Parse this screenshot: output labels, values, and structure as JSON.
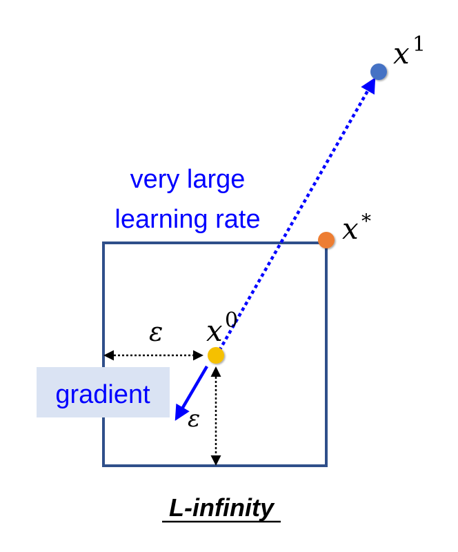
{
  "labels": {
    "lr_line1": "very large",
    "lr_line2": "learning rate",
    "gradient": "gradient",
    "title": "L-infinity",
    "x0_base": "x",
    "x0_sup": "0",
    "x1_base": "x",
    "x1_sup": "1",
    "xstar_base": "x",
    "xstar_sup": "*",
    "epsilon_h": "ε",
    "epsilon_grad": "ε"
  },
  "colors": {
    "box": "#2f4f8a",
    "accent_blue": "#0000ff",
    "gradient_bg": "#dae3f3",
    "x0_point": "#f5c000",
    "x1_point": "#4472c4",
    "xstar_point": "#ed7d31",
    "text_dark": "#000000"
  }
}
